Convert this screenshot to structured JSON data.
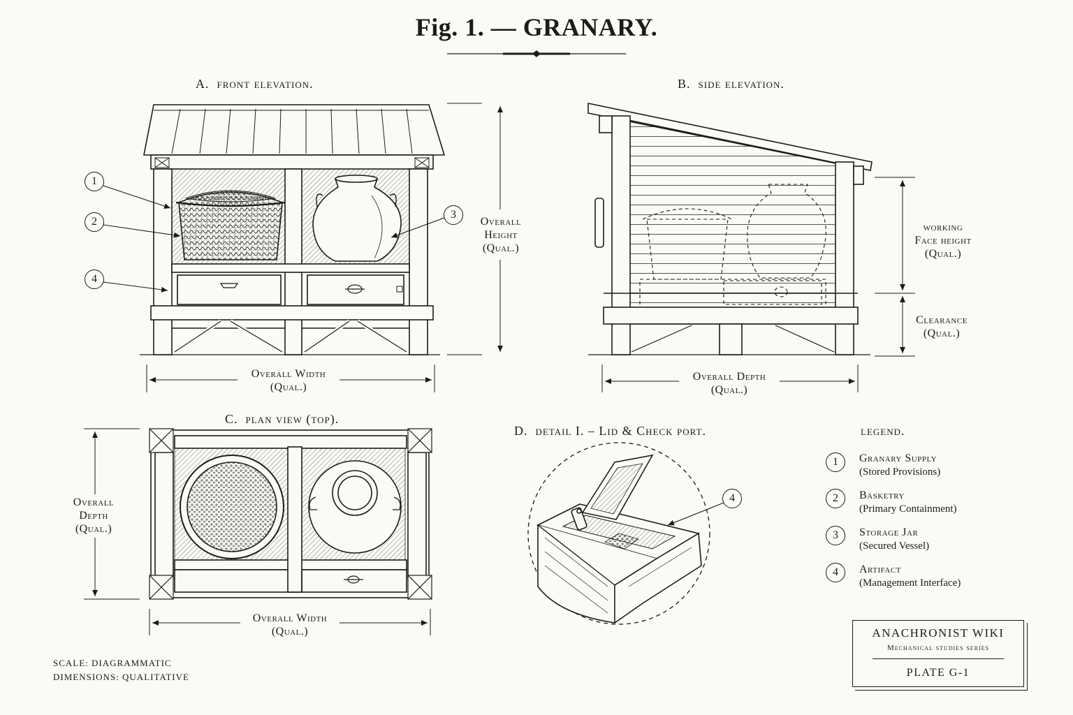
{
  "title": "Fig. 1. — GRANARY.",
  "views": {
    "front": {
      "letter": "A.",
      "label": "front elevation."
    },
    "side": {
      "letter": "B.",
      "label": "side elevation."
    },
    "plan": {
      "letter": "C.",
      "label": "plan view (top)."
    },
    "detail": {
      "letter": "D.",
      "label": "detail I. – Lid & Check port."
    }
  },
  "dimensions": {
    "overall_height": [
      "Overall",
      "Height",
      "(Qual.)"
    ],
    "overall_width_front": [
      "Overall Width",
      "(Qual.)"
    ],
    "working_face_height": [
      "working",
      "Face height",
      "(Qual.)"
    ],
    "clearance": [
      "Clearance",
      "(Qual.)"
    ],
    "overall_depth_side": [
      "Overall Depth",
      "(Qual.)"
    ],
    "overall_depth_plan": [
      "Overall",
      "Depth",
      "(Qual.)"
    ],
    "overall_width_plan": [
      "Overall Width",
      "(Qual.)"
    ]
  },
  "callouts": {
    "c1": "1",
    "c2": "2",
    "c3": "3",
    "c4": "4",
    "d4": "4"
  },
  "legend": {
    "title": "legend.",
    "items": [
      {
        "num": "1",
        "name": "Granary Supply",
        "desc": "(Stored Provisions)"
      },
      {
        "num": "2",
        "name": "Basketry",
        "desc": "(Primary Containment)"
      },
      {
        "num": "3",
        "name": "Storage Jar",
        "desc": "(Secured Vessel)"
      },
      {
        "num": "4",
        "name": "Artifact",
        "desc": "(Management Interface)"
      }
    ]
  },
  "plate": {
    "series": "ANACHRONIST WIKI",
    "subtitle": "Mechanical studies series",
    "number": "PLATE G-1"
  },
  "footer": {
    "scale": "SCALE: DIAGRAMMATIC",
    "dims": "DIMENSIONS: QUALITATIVE"
  },
  "colors": {
    "ink": "#1b1b1b",
    "paper": "#fbfaf4"
  }
}
